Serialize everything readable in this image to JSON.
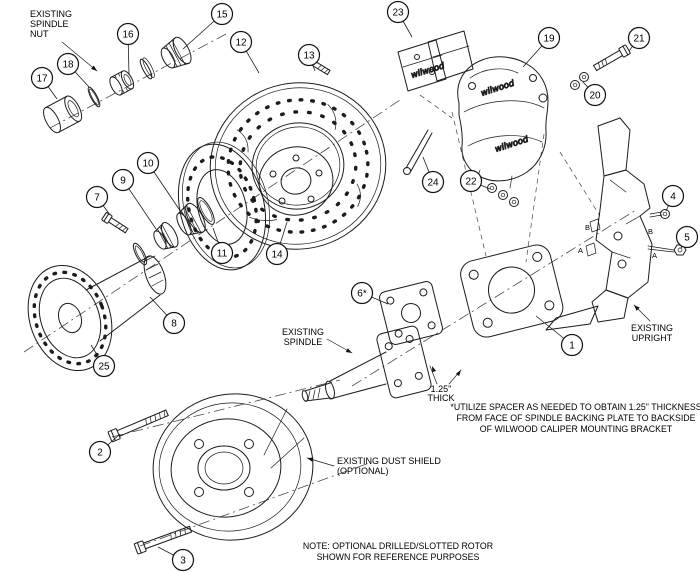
{
  "diagram": {
    "callouts": [
      "1",
      "2",
      "3",
      "4",
      "5",
      "6*",
      "7",
      "8",
      "9",
      "10",
      "11",
      "12",
      "13",
      "14",
      "15",
      "16",
      "17",
      "18",
      "19",
      "20",
      "21",
      "22",
      "23",
      "24",
      "25"
    ],
    "labels": {
      "spindle_nut": [
        "EXISTING",
        "SPINDLE",
        "NUT"
      ],
      "spindle": [
        "EXISTING",
        "SPINDLE"
      ],
      "upright": [
        "EXISTING",
        "UPRIGHT"
      ],
      "dust_shield": [
        "EXISTING DUST SHIELD",
        "(OPTIONAL)"
      ],
      "thickness": [
        "1.25\"",
        "THICK"
      ]
    },
    "marks": {
      "a": "A",
      "b": "B"
    },
    "brand": "wilwood",
    "notes": {
      "spacer": [
        "*UTILIZE SPACER AS NEEDED TO OBTAIN 1.25\" THICKNESS",
        "FROM FACE OF SPINDLE BACKING PLATE TO BACKSIDE",
        "OF WILWOOD CALIPER MOUNTING BRACKET"
      ],
      "rotor": [
        "NOTE: OPTIONAL DRILLED/SLOTTED ROTOR",
        "SHOWN FOR REFERENCE PURPOSES"
      ]
    },
    "colors": {
      "line": "#1c1c1c",
      "background": "#ffffff"
    }
  }
}
